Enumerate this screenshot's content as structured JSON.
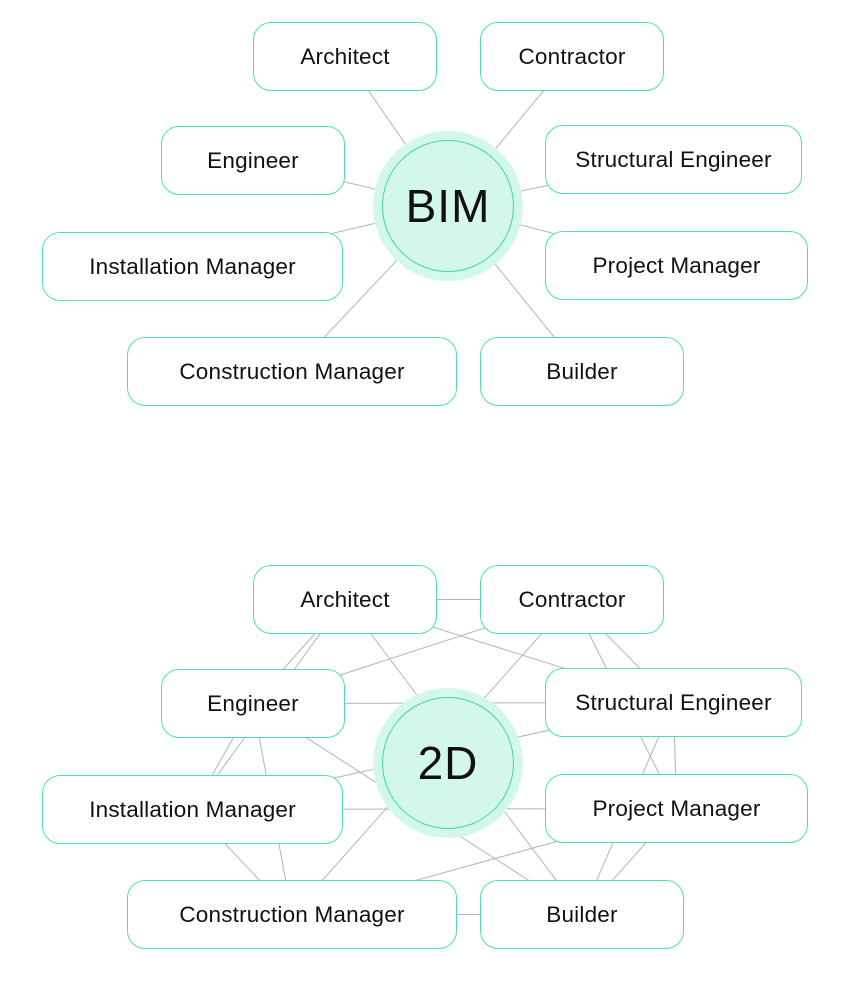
{
  "colors": {
    "node_border": "#4fe0b0",
    "hub_fill": "#d4f7ec",
    "hub_border": "#3fd9a4",
    "edge": "#b4b4b4",
    "text": "#111111",
    "background": "#ffffff"
  },
  "diagrams": [
    {
      "id": "bim",
      "hub_label": "BIM",
      "topology": "star",
      "nodes": [
        {
          "id": "architect",
          "label": "Architect"
        },
        {
          "id": "contractor",
          "label": "Contractor"
        },
        {
          "id": "engineer",
          "label": "Engineer"
        },
        {
          "id": "structural-engineer",
          "label": "Structural Engineer"
        },
        {
          "id": "installation-manager",
          "label": "Installation Manager"
        },
        {
          "id": "project-manager",
          "label": "Project Manager"
        },
        {
          "id": "construction-manager",
          "label": "Construction Manager"
        },
        {
          "id": "builder",
          "label": "Builder"
        }
      ],
      "edges": [
        [
          "hub",
          "architect"
        ],
        [
          "hub",
          "contractor"
        ],
        [
          "hub",
          "engineer"
        ],
        [
          "hub",
          "structural-engineer"
        ],
        [
          "hub",
          "installation-manager"
        ],
        [
          "hub",
          "project-manager"
        ],
        [
          "hub",
          "construction-manager"
        ],
        [
          "hub",
          "builder"
        ]
      ]
    },
    {
      "id": "2d",
      "hub_label": "2D",
      "topology": "mesh",
      "nodes": [
        {
          "id": "architect",
          "label": "Architect"
        },
        {
          "id": "contractor",
          "label": "Contractor"
        },
        {
          "id": "engineer",
          "label": "Engineer"
        },
        {
          "id": "structural-engineer",
          "label": "Structural Engineer"
        },
        {
          "id": "installation-manager",
          "label": "Installation Manager"
        },
        {
          "id": "project-manager",
          "label": "Project Manager"
        },
        {
          "id": "construction-manager",
          "label": "Construction Manager"
        },
        {
          "id": "builder",
          "label": "Builder"
        }
      ],
      "edges": [
        [
          "architect",
          "contractor"
        ],
        [
          "architect",
          "engineer"
        ],
        [
          "architect",
          "installation-manager"
        ],
        [
          "architect",
          "structural-engineer"
        ],
        [
          "architect",
          "builder"
        ],
        [
          "contractor",
          "engineer"
        ],
        [
          "contractor",
          "structural-engineer"
        ],
        [
          "contractor",
          "project-manager"
        ],
        [
          "contractor",
          "construction-manager"
        ],
        [
          "engineer",
          "structural-engineer"
        ],
        [
          "engineer",
          "installation-manager"
        ],
        [
          "engineer",
          "construction-manager"
        ],
        [
          "engineer",
          "builder"
        ],
        [
          "structural-engineer",
          "installation-manager"
        ],
        [
          "structural-engineer",
          "project-manager"
        ],
        [
          "structural-engineer",
          "builder"
        ],
        [
          "installation-manager",
          "project-manager"
        ],
        [
          "installation-manager",
          "construction-manager"
        ],
        [
          "project-manager",
          "construction-manager"
        ],
        [
          "project-manager",
          "builder"
        ],
        [
          "construction-manager",
          "builder"
        ]
      ]
    }
  ]
}
